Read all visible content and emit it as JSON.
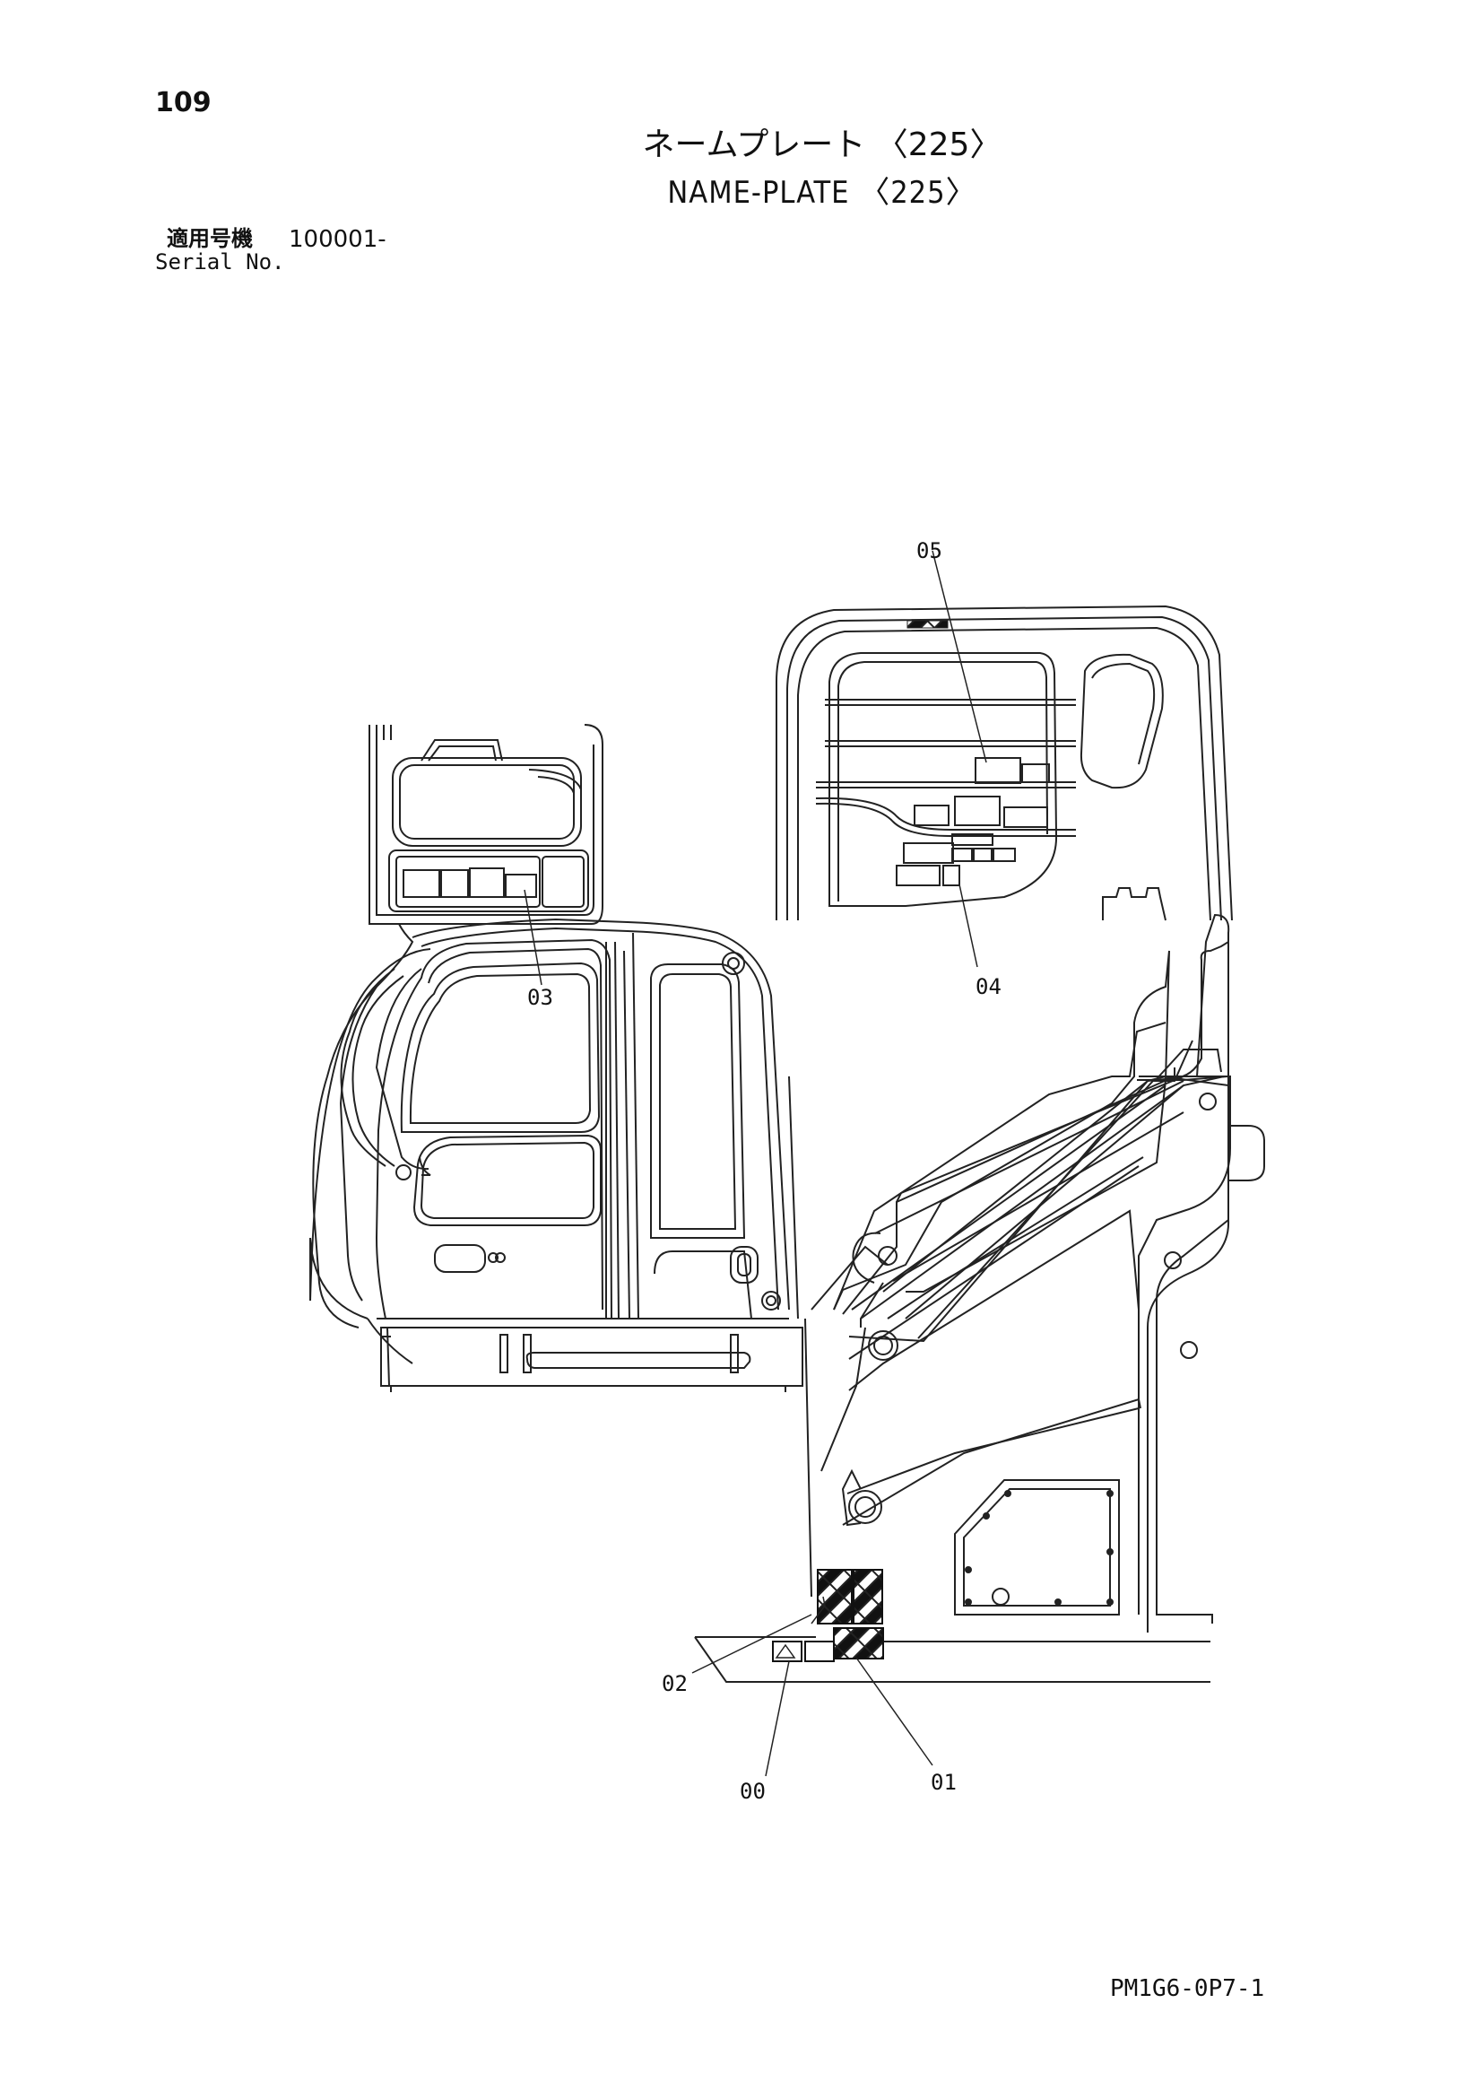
{
  "header": {
    "page_number": "109",
    "title_ja": "ネームプレート 〈225〉",
    "title_en": "NAME-PLATE 〈225〉",
    "serial_label_ja": "適用号機",
    "serial_value": "100001-",
    "serial_label_en": "Serial No."
  },
  "callouts": {
    "c05": "05",
    "c03": "03",
    "c04": "04",
    "c02": "02",
    "c00": "00",
    "c01": "01"
  },
  "footer": {
    "doc_code": "PM1G6-0P7-1"
  }
}
